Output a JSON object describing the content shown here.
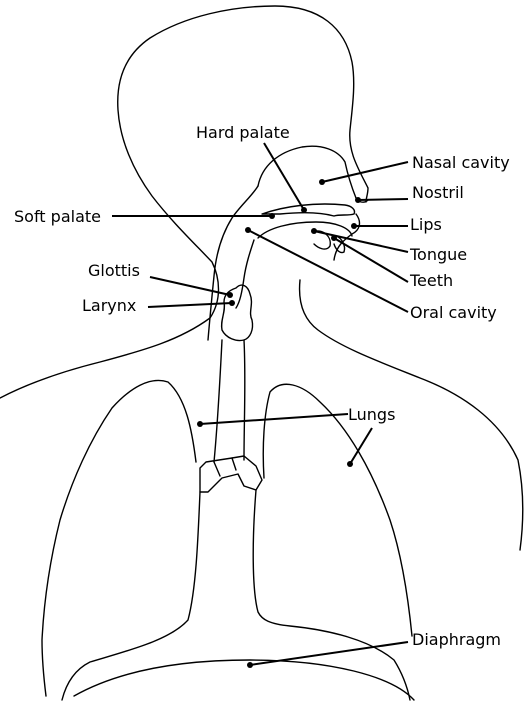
{
  "diagram": {
    "labels": {
      "hard_palate": "Hard palate",
      "nasal_cavity": "Nasal cavity",
      "nostril": "Nostril",
      "soft_palate": "Soft palate",
      "lips": "Lips",
      "tongue": "Tongue",
      "teeth": "Teeth",
      "glottis": "Glottis",
      "larynx": "Larynx",
      "oral_cavity": "Oral cavity",
      "lungs": "Lungs",
      "diaphragm": "Diaphragm"
    }
  }
}
